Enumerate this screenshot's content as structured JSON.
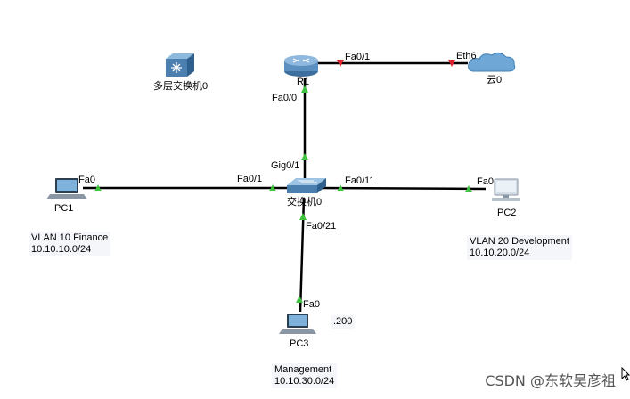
{
  "devices": {
    "router": {
      "name": "R1"
    },
    "cloud": {
      "name": "云0"
    },
    "ml_switch": {
      "name": "多层交换机0"
    },
    "switch": {
      "name": "交换机0"
    },
    "pc1": {
      "name": "PC1"
    },
    "pc2": {
      "name": "PC2"
    },
    "pc3": {
      "name": "PC3"
    }
  },
  "ports": {
    "r1_fa01": "Fa0/1",
    "cloud_eth6": "Eth6",
    "r1_fa00": "Fa0/0",
    "sw_gig01": "Gig0/1",
    "sw_fa01": "Fa0/1",
    "sw_fa011": "Fa0/11",
    "sw_fa021": "Fa0/21",
    "pc1_fa0": "Fa0",
    "pc2_fa0": "Fa0",
    "pc3_fa0": "Fa0"
  },
  "notes": {
    "vlan10": [
      "VLAN 10 Finance",
      "10.10.10.0/24"
    ],
    "vlan20": [
      "VLAN 20 Development",
      "10.10.20.0/24"
    ],
    "mgmt": [
      "Management",
      "10.10.30.0/24"
    ],
    "pc3_addr": ".200"
  },
  "colors": {
    "link": "#000000",
    "link_up": "#3ec23e",
    "link_down": "#e0202a",
    "device_blue": "#4a7fb0",
    "cloud_blue": "#6fa8d6"
  },
  "watermark": "CSDN @东软吴彦祖"
}
